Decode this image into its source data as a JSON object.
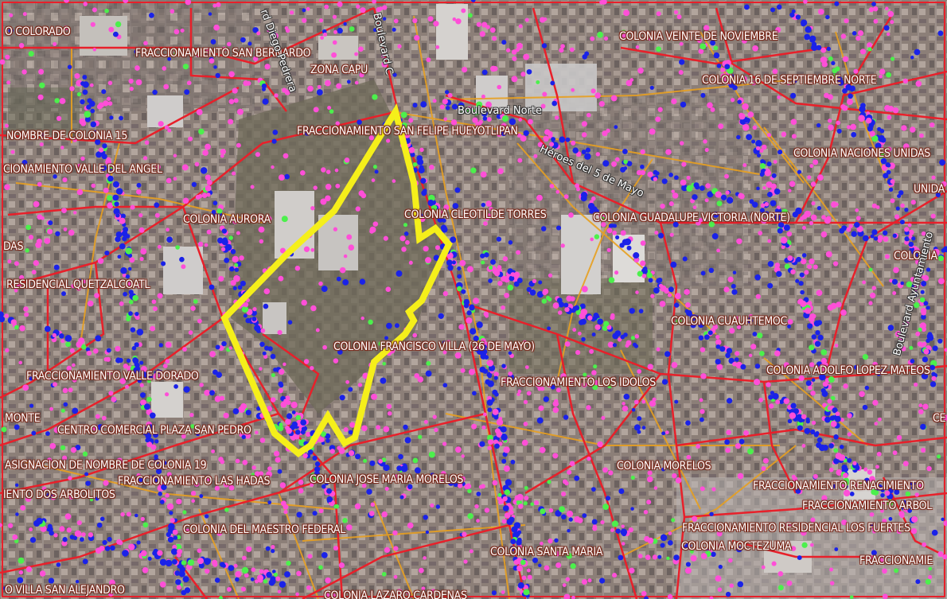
{
  "map": {
    "colors": {
      "boundary": "#e8202a",
      "street": "#e8a020",
      "highlight": "#f5ef1a",
      "point_pink": "#ff4fd8",
      "point_blue": "#1a22e8",
      "point_green": "#4cf04c"
    },
    "labels": [
      {
        "id": "colorado",
        "text": "O COLORADO"
      },
      {
        "id": "san-bernardo",
        "text": "FRACCIONAMIENTO SAN BERNARDO"
      },
      {
        "id": "zona-capu",
        "text": "ZONA CAPU"
      },
      {
        "id": "veinte-nov",
        "text": "COLONIA VEINTE DE NOVIEMBRE"
      },
      {
        "id": "16-sept",
        "text": "COLONIA 16 DE SEPTIEMBRE NORTE"
      },
      {
        "id": "nombre-15",
        "text": "NOMBRE DE COLONIA 15"
      },
      {
        "id": "san-felipe",
        "text": "FRACCIONAMIENTO SAN FELIPE HUEYOTLIPAN"
      },
      {
        "id": "naciones",
        "text": "COLONIA NACIONES UNIDAS"
      },
      {
        "id": "valle-angel",
        "text": "CIONAMIENTO VALLE DEL ANGEL"
      },
      {
        "id": "unida",
        "text": "UNIDA"
      },
      {
        "id": "aurora",
        "text": "COLONIA AURORA"
      },
      {
        "id": "cleotilde",
        "text": "COLONIA CLEOTILDE TORRES"
      },
      {
        "id": "guadalupe",
        "text": "COLONIA GUADALUPE VICTORIA (NORTE)"
      },
      {
        "id": "das",
        "text": "DAS"
      },
      {
        "id": "colonia-r",
        "text": "COLONIA"
      },
      {
        "id": "quetzalcoatl",
        "text": "RESIDENCIAL QUETZALCOATL"
      },
      {
        "id": "cuauhtemoc",
        "text": "COLONIA CUAUHTEMOC"
      },
      {
        "id": "francisco-villa",
        "text": "COLONIA FRANCISCO VILLA (26 DE MAYO)"
      },
      {
        "id": "valle-dorado",
        "text": "FRACCIONAMIENTO VALLE DORADO"
      },
      {
        "id": "los-idolos",
        "text": "FRACCIONAMIENTO LOS IDOLOS"
      },
      {
        "id": "adolfo",
        "text": "COLONIA ADOLFO LOPEZ MATEOS"
      },
      {
        "id": "monte",
        "text": "MONTE"
      },
      {
        "id": "plaza-san-pedro",
        "text": "CENTRO COMERCIAL PLAZA SAN PEDRO"
      },
      {
        "id": "ce",
        "text": "CE"
      },
      {
        "id": "asignacion-19",
        "text": "ASIGNACION DE NOMBRE DE COLONIA 19"
      },
      {
        "id": "las-hadas",
        "text": "FRACCIONAMIENTO LAS HADAS"
      },
      {
        "id": "jose-maria",
        "text": "COLONIA  JOSE MARIA MORELOS"
      },
      {
        "id": "morelos",
        "text": "COLONIA MORELOS"
      },
      {
        "id": "renacimiento",
        "text": "FRACCIONAMIENTO RENACIMIENTO"
      },
      {
        "id": "dos-arbolitos",
        "text": "IENTO DOS ARBOLITOS"
      },
      {
        "id": "arbol",
        "text": "FRACCIONAMIENTO ARBOL"
      },
      {
        "id": "maestro",
        "text": "COLONIA DEL MAESTRO FEDERAL"
      },
      {
        "id": "los-fuertes",
        "text": "FRACCIONAMIENTO RESIDENCIAL LOS FUERTES"
      },
      {
        "id": "moctezuma",
        "text": "COLONIA MOCTEZUMA"
      },
      {
        "id": "santa-maria",
        "text": "COLONIA SANTA MARIA"
      },
      {
        "id": "fraccionamie",
        "text": "FRACCIONAMIE"
      },
      {
        "id": "villa-san-alejandro",
        "text": "O VILLA SAN ALEJANDRO"
      },
      {
        "id": "lazaro",
        "text": "COLONIA LAZARO CARDENAS"
      }
    ],
    "roads": [
      {
        "id": "blvd-norte",
        "text": "Boulevard Norte"
      },
      {
        "id": "heroes",
        "text": "Héroes del 5 de Mayo"
      },
      {
        "id": "blvd-vertical",
        "text": "Boulevard C"
      },
      {
        "id": "blvd-diag",
        "text": "rd Diego Pedrera"
      },
      {
        "id": "blvd-ayto",
        "text": "Boulevard Ayuntamiento"
      }
    ]
  }
}
